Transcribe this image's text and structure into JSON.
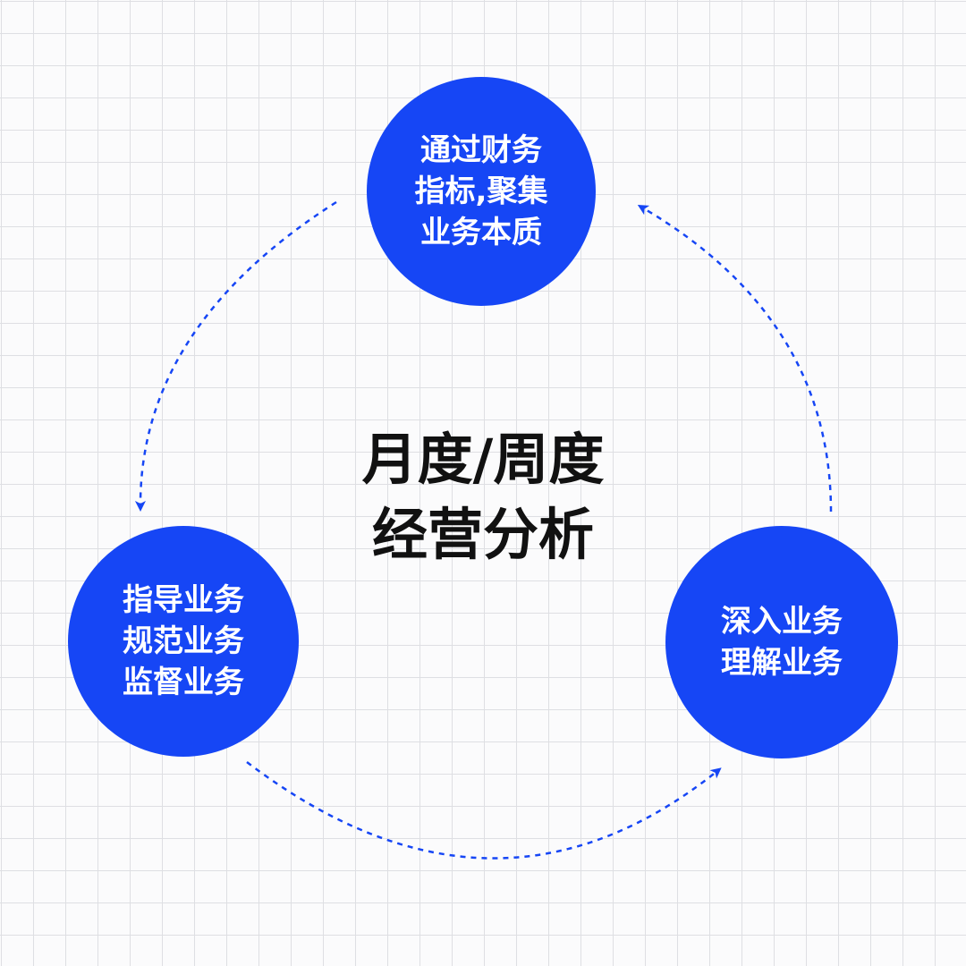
{
  "theme": {
    "accent": "#1646f5",
    "text_dark": "#111111",
    "node_text": "#ffffff",
    "grid_line": "#dedfe3",
    "background": "#fbfbfc"
  },
  "center": {
    "lines": [
      "月度/周度",
      "经营分析"
    ]
  },
  "nodes": {
    "top": {
      "lines": [
        "通过财务",
        "指标,聚集",
        "业务本质"
      ]
    },
    "left": {
      "lines": [
        "指导业务",
        "规范业务",
        "监督业务"
      ]
    },
    "right": {
      "lines": [
        "深入业务",
        "理解业务"
      ]
    }
  },
  "arrows": [
    {
      "from": "top",
      "to": "left"
    },
    {
      "from": "left",
      "to": "right"
    },
    {
      "from": "right",
      "to": "top"
    }
  ]
}
